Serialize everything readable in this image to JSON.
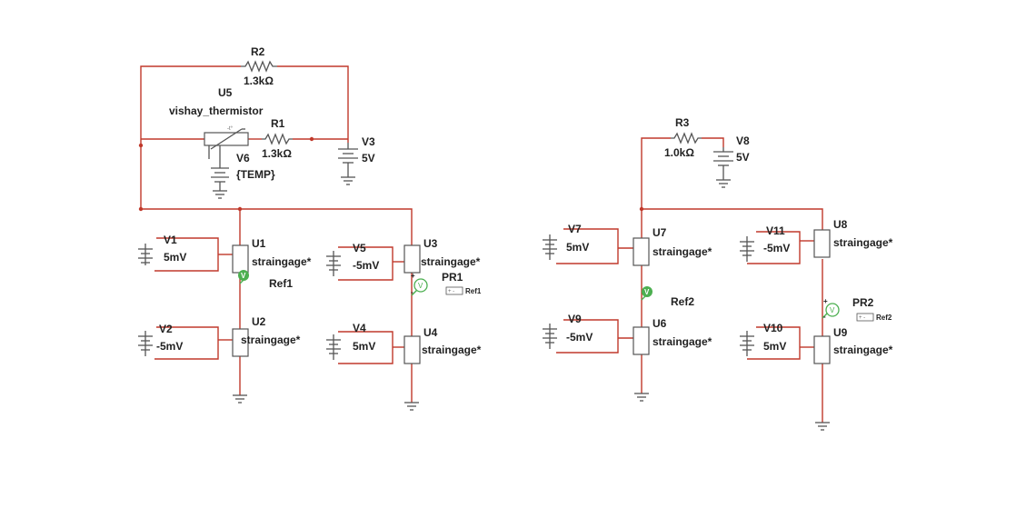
{
  "colors": {
    "wire": "#c0392b",
    "component": "#555555",
    "probe": "#4caf50",
    "background": "#ffffff"
  },
  "components": {
    "R1": {
      "ref": "R1",
      "value": "1.3kΩ"
    },
    "R2": {
      "ref": "R2",
      "value": "1.3kΩ"
    },
    "R3": {
      "ref": "R3",
      "value": "1.0kΩ"
    },
    "U5": {
      "ref": "U5",
      "model": "vishay_thermistor"
    },
    "V3": {
      "ref": "V3",
      "value": "5V"
    },
    "V6": {
      "ref": "V6",
      "value": "{TEMP}"
    },
    "V8": {
      "ref": "V8",
      "value": "5V"
    },
    "V1": {
      "ref": "V1",
      "value": "5mV"
    },
    "V2": {
      "ref": "V2",
      "value": "-5mV"
    },
    "V4": {
      "ref": "V4",
      "value": "5mV"
    },
    "V5": {
      "ref": "V5",
      "value": "-5mV"
    },
    "V7": {
      "ref": "V7",
      "value": "5mV"
    },
    "V9": {
      "ref": "V9",
      "value": "-5mV"
    },
    "V10": {
      "ref": "V10",
      "value": "5mV"
    },
    "V11": {
      "ref": "V11",
      "value": "-5mV"
    },
    "U1": {
      "ref": "U1",
      "model": "straingage*"
    },
    "U2": {
      "ref": "U2",
      "model": "straingage*"
    },
    "U3": {
      "ref": "U3",
      "model": "straingage*"
    },
    "U4": {
      "ref": "U4",
      "model": "straingage*"
    },
    "U6": {
      "ref": "U6",
      "model": "straingage*"
    },
    "U7": {
      "ref": "U7",
      "model": "straingage*"
    },
    "U8": {
      "ref": "U8",
      "model": "straingage*"
    },
    "U9": {
      "ref": "U9",
      "model": "straingage*"
    },
    "PR1": {
      "ref": "PR1",
      "reference": "Ref1"
    },
    "PR2": {
      "ref": "PR2",
      "reference": "Ref2"
    }
  },
  "nets": {
    "ref1": "Ref1",
    "ref2": "Ref2"
  },
  "symbols": {
    "probe_glyph": "V",
    "probe_plus": "+",
    "probe_minus": "-",
    "probe_pins": "+ -",
    "thermistor_t": "-t°"
  }
}
